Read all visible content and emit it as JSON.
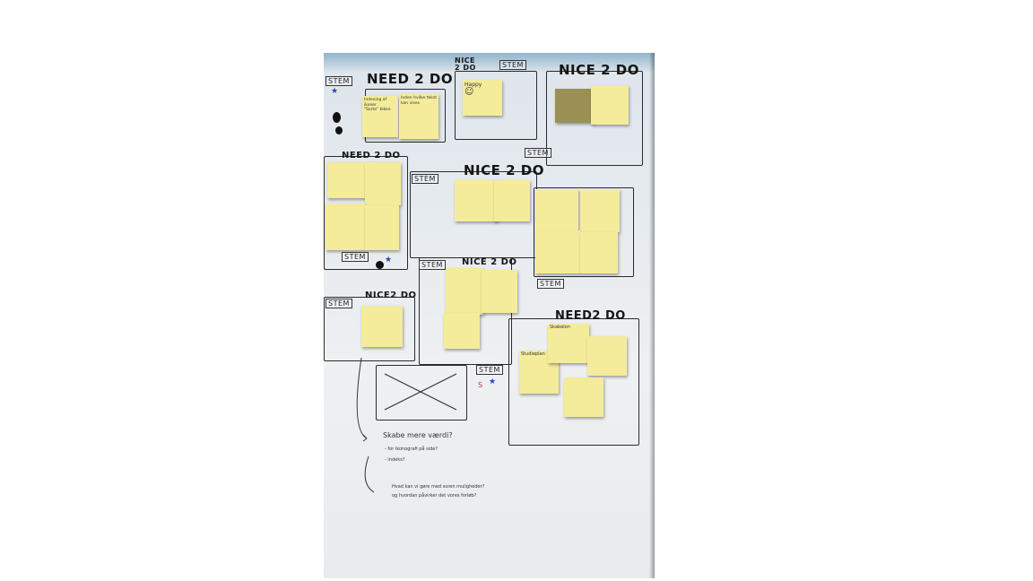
{
  "board": {
    "headers": {
      "need_top": "NEED 2 DO",
      "nice_top_small": "NICE 2 DO",
      "nice_top_right": "NICE 2 DO",
      "need_left": "NEED 2 DO",
      "nice_center": "NICE 2 DO",
      "nice_mid": "NICE 2 DO",
      "nice_lower_left": "NICE2 DO",
      "need_right": "NEED2 DO"
    },
    "tags": {
      "stem_1": "STEM",
      "stem_2": "STEM",
      "stem_3": "STEM",
      "stem_4": "STEM",
      "stem_5": "STEM",
      "stem_6": "STEM",
      "stem_7": "STEM",
      "stem_8": "STEM",
      "stem_9": "STEM"
    },
    "notes": {
      "happy": "Happy",
      "studieplan": "Studieplan",
      "skabelon": "Skabelon"
    },
    "bottom_notes": {
      "line1": "Skabe mere værdi?",
      "line2": "- for ikonografi på side?",
      "line3": "- indeks?",
      "line4": "Hvad kan vi gøre med soren muligheder?",
      "line5": "og hvordan påvirker det vores forløb?"
    }
  },
  "colors": {
    "sticky_note": "#f4ec9a",
    "marker_line": "#2b2b2b",
    "star_blue": "#2a46b8",
    "red_ink": "#c03030"
  }
}
